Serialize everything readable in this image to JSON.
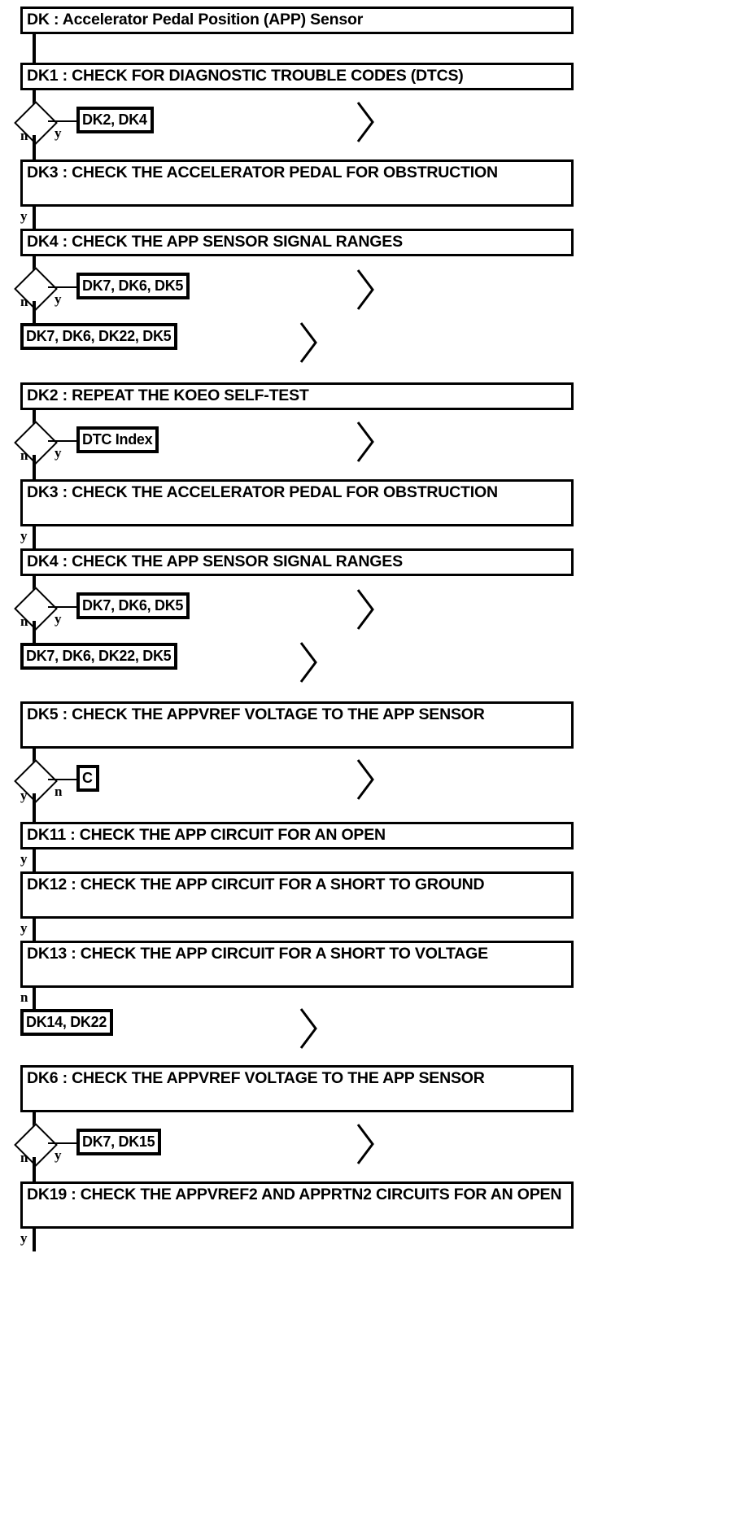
{
  "title": "DK : Accelerator Pedal Position (APP) Sensor",
  "labels": {
    "yes": "y",
    "no": "n"
  },
  "nodes": {
    "dk_title": "DK : Accelerator Pedal Position (APP) Sensor",
    "dk1": "DK1 : CHECK FOR DIAGNOSTIC TROUBLE CODES (DTCS)",
    "ref_dk2_dk4": "DK2, DK4",
    "dk3_a": "DK3 : CHECK THE ACCELERATOR PEDAL FOR OBSTRUCTION",
    "dk4_a": "DK4 : CHECK THE APP SENSOR SIGNAL RANGES",
    "ref_dk7_dk6_dk5_a": "DK7, DK6, DK5",
    "ref_dk7_dk6_dk22_dk5_a": "DK7, DK6, DK22, DK5",
    "dk2": "DK2 : REPEAT THE KOEO SELF-TEST",
    "ref_dtc_index": "DTC Index",
    "dk3_b": "DK3 : CHECK THE ACCELERATOR PEDAL FOR OBSTRUCTION",
    "dk4_b": "DK4 : CHECK THE APP SENSOR SIGNAL RANGES",
    "ref_dk7_dk6_dk5_b": "DK7, DK6, DK5",
    "ref_dk7_dk6_dk22_dk5_b": "DK7, DK6, DK22, DK5",
    "dk5": "DK5 : CHECK THE APPVREF VOLTAGE TO THE APP SENSOR",
    "ref_c": "C",
    "dk11": "DK11 : CHECK THE APP CIRCUIT FOR AN OPEN",
    "dk12": "DK12 : CHECK THE APP CIRCUIT FOR A SHORT TO GROUND",
    "dk13": "DK13 : CHECK THE APP CIRCUIT FOR A SHORT TO VOLTAGE",
    "ref_dk14_dk22": "DK14, DK22",
    "dk6": "DK6 : CHECK THE APPVREF VOLTAGE TO THE APP SENSOR",
    "ref_dk7_dk15": "DK7, DK15",
    "dk19": "DK19 : CHECK THE APPVREF2 AND APPRTN2 CIRCUITS FOR AN OPEN"
  },
  "edges": [
    {
      "from": "dk1",
      "branch": "y",
      "to": "ref_dk2_dk4"
    },
    {
      "from": "dk1",
      "branch": "n",
      "to": "dk3_a"
    },
    {
      "from": "dk3_a",
      "branch": "y",
      "to": "dk4_a"
    },
    {
      "from": "dk4_a",
      "branch": "y",
      "to": "ref_dk7_dk6_dk5_a"
    },
    {
      "from": "dk4_a",
      "branch": "n",
      "to": "ref_dk7_dk6_dk22_dk5_a"
    },
    {
      "from": "dk2",
      "branch": "y",
      "to": "ref_dtc_index"
    },
    {
      "from": "dk2",
      "branch": "n",
      "to": "dk3_b"
    },
    {
      "from": "dk3_b",
      "branch": "y",
      "to": "dk4_b"
    },
    {
      "from": "dk4_b",
      "branch": "y",
      "to": "ref_dk7_dk6_dk5_b"
    },
    {
      "from": "dk4_b",
      "branch": "n",
      "to": "ref_dk7_dk6_dk22_dk5_b"
    },
    {
      "from": "dk5",
      "branch": "n",
      "to": "ref_c"
    },
    {
      "from": "dk5",
      "branch": "y",
      "to": "dk11"
    },
    {
      "from": "dk11",
      "branch": "y",
      "to": "dk12"
    },
    {
      "from": "dk12",
      "branch": "y",
      "to": "dk13"
    },
    {
      "from": "dk13",
      "branch": "n",
      "to": "ref_dk14_dk22"
    },
    {
      "from": "dk6",
      "branch": "y",
      "to": "ref_dk7_dk15"
    },
    {
      "from": "dk6",
      "branch": "n",
      "to": "dk19"
    },
    {
      "from": "dk19",
      "branch": "y",
      "to": null
    }
  ],
  "icons": {
    "chevron": "chevron-right-icon"
  }
}
